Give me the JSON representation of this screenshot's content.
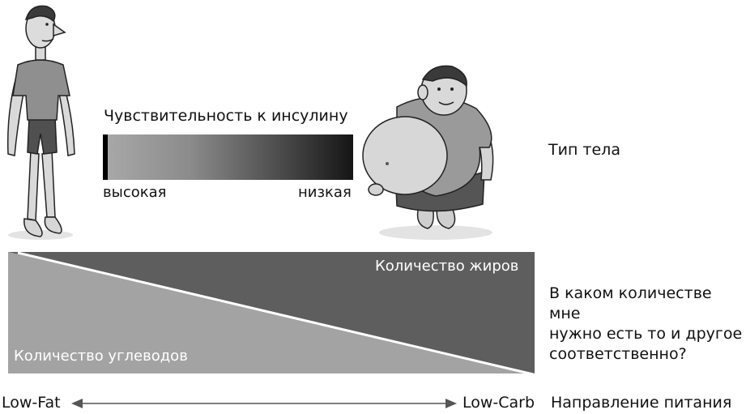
{
  "insulin_sensitivity": {
    "title": "Чувствительность к инсулину",
    "high_label": "высокая",
    "low_label": "низкая"
  },
  "body_type": {
    "label": "Тип тела"
  },
  "macros": {
    "fat_label": "Количество жиров",
    "carb_label": "Количество углеводов"
  },
  "question": {
    "text": "В каком количестве мне\nнужно есть то и другое\nсоответственно?"
  },
  "diet_direction": {
    "left_label": "Low-Fat",
    "right_label": "Low-Carb",
    "axis_label": "Направление питания"
  },
  "colors": {
    "fat_triangle": "#5e5e5e",
    "carb_triangle": "#a3a3a3",
    "divider": "#ffffff"
  },
  "icons": {
    "thin_person": "thin-man-illustration",
    "heavy_person": "heavy-man-illustration",
    "arrow": "double-headed-arrow"
  }
}
